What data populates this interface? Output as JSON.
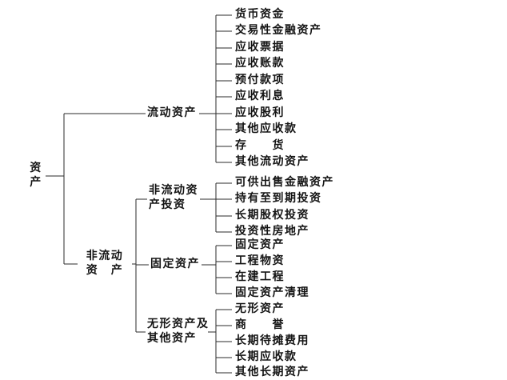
{
  "diagram": {
    "title_hint": "资产分类结构图",
    "root": {
      "line1": "资",
      "line2": "产"
    },
    "current": {
      "label": "流动资产",
      "items": [
        "货币资金",
        "交易性金融资产",
        "应收票据",
        "应收账款",
        "预付款项",
        "应收利息",
        "应收股利",
        "其他应收款",
        "存　　货",
        "其他流动资产"
      ]
    },
    "noncurrent": {
      "label_line1": "非流动",
      "label_line2": "资　产",
      "investment": {
        "label_line1": "非流动资",
        "label_line2": "产投资",
        "items": [
          "可供出售金融资产",
          "持有至到期投资",
          "长期股权投资",
          "投资性房地产"
        ]
      },
      "fixed": {
        "label": "固定资产",
        "items": [
          "固定资产",
          "工程物资",
          "在建工程",
          "固定资产清理"
        ]
      },
      "intangible": {
        "label_line1": "无形资产及",
        "label_line2": "其他资产",
        "items": [
          "无形资产",
          "商　　誉",
          "长期待摊费用",
          "长期应收款",
          "其他长期资产"
        ]
      }
    },
    "colors": {
      "line": "#2b2b2b",
      "text": "#141414",
      "background": "#ffffff"
    }
  }
}
